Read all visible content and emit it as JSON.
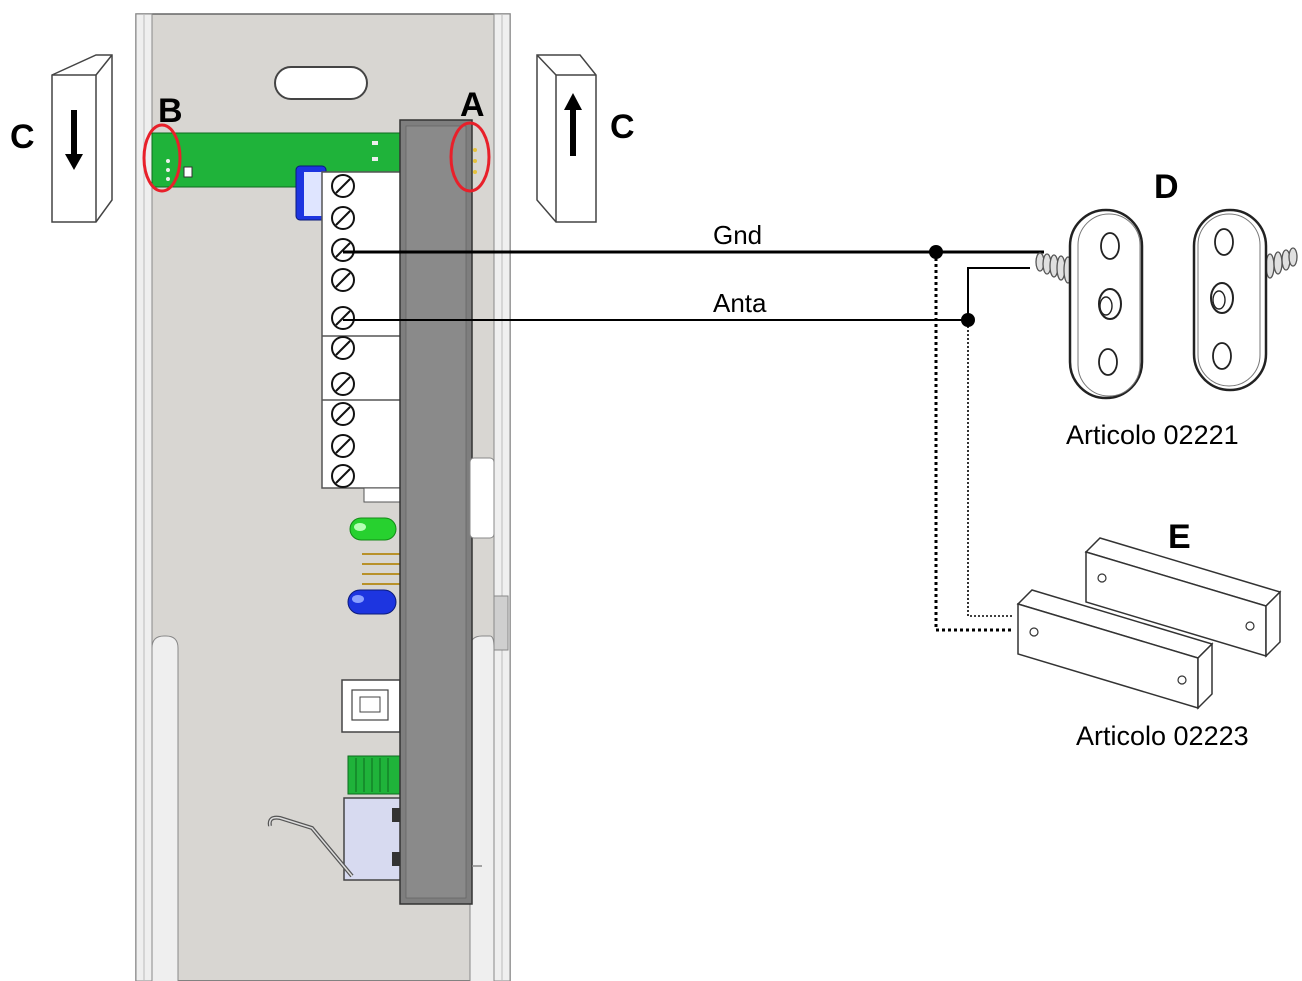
{
  "labels": {
    "a": "A",
    "b": "B",
    "c_left": "C",
    "c_right": "C",
    "d": "D",
    "e": "E"
  },
  "wires": {
    "gnd": "Gnd",
    "anta": "Anta"
  },
  "articles": {
    "d": "Articolo 02221",
    "e": "Articolo 02223"
  },
  "colors": {
    "pcb": "#1fb33a",
    "highlight": "#e8202a",
    "led_green": "#27d12f",
    "led_blue": "#1d35e0",
    "panel": "#d8d6d2",
    "bezel": "#7e7e7e"
  }
}
